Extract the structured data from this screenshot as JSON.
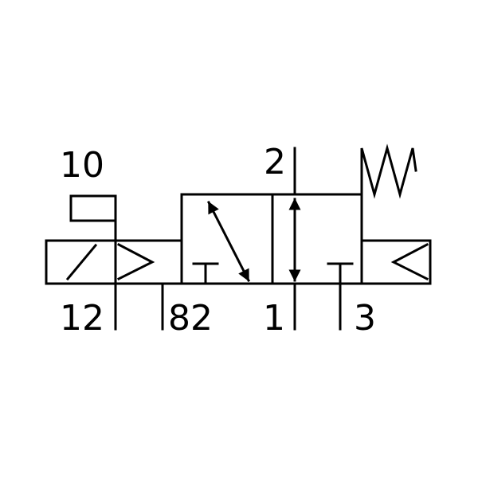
{
  "diagram": {
    "labels": {
      "port_10": "10",
      "port_2": "2",
      "port_12": "12",
      "port_82": "82",
      "port_1": "1",
      "port_3": "3"
    },
    "colors": {
      "stroke": "#000000",
      "background": "#ffffff"
    }
  }
}
